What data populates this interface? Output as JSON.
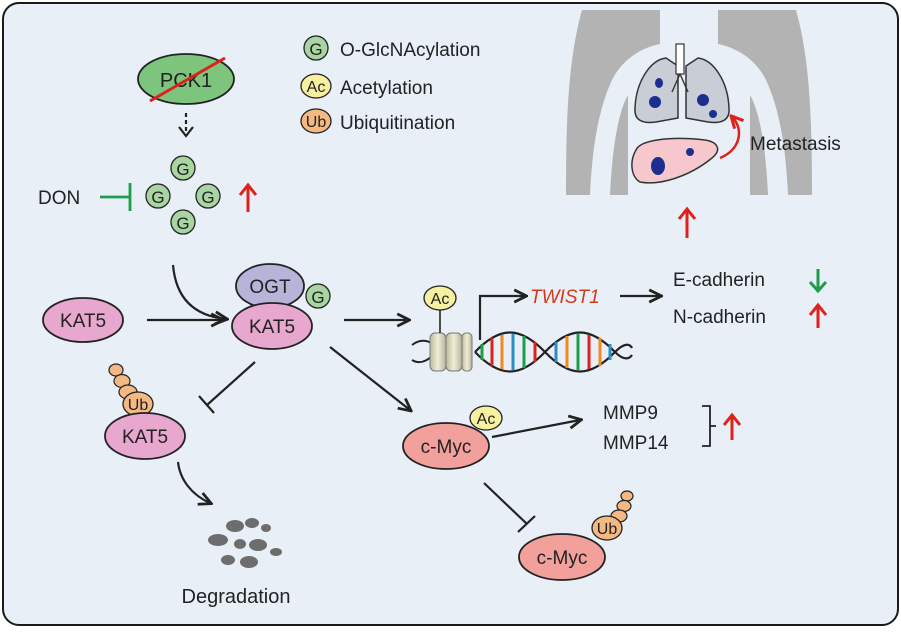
{
  "legend": [
    {
      "symbol": "G",
      "label": "O-GlcNAcylation",
      "color": "#a8d5a2"
    },
    {
      "symbol": "Ac",
      "label": "Acetylation",
      "color": "#f7f0a0"
    },
    {
      "symbol": "Ub",
      "label": "Ubiquitination",
      "color": "#f4b982"
    }
  ],
  "nodes": {
    "pck1": "PCK1",
    "don": "DON",
    "g_symbol": "G",
    "ac_symbol": "Ac",
    "ub_symbol": "Ub",
    "ogt": "OGT",
    "kat5_left": "KAT5",
    "kat5_center": "KAT5",
    "kat5_ub": "KAT5",
    "cmyc_ac": "c-Myc",
    "cmyc_ub": "c-Myc",
    "twist1": "TWIST1",
    "e_cadherin": "E-cadherin",
    "n_cadherin": "N-cadherin",
    "mmp9": "MMP9",
    "mmp14": "MMP14",
    "metastasis": "Metastasis",
    "degradation": "Degradation"
  },
  "colors": {
    "panel_bg": "#e8eff7",
    "panel_border": "#1a1a1a",
    "pck1_fill": "#7dc47d",
    "kat5_fill": "#e8a7cf",
    "ogt_fill": "#b7b3d9",
    "cmyc_fill": "#f2a09c",
    "glc_fill": "#a8d5a2",
    "ac_fill": "#f7f0a0",
    "ub_fill": "#f4b982",
    "up_arrow": "#e0201b",
    "down_arrow": "#1e9e4a",
    "inhibit_green": "#1e9e4a",
    "body_gray": "#b3b3b3",
    "lung_fill": "#c9cdd6",
    "liver_fill": "#f6c7cc",
    "tumor": "#1c2f8f",
    "twist_text": "#d3381c",
    "degradation_dots": "#6d6d6d"
  }
}
